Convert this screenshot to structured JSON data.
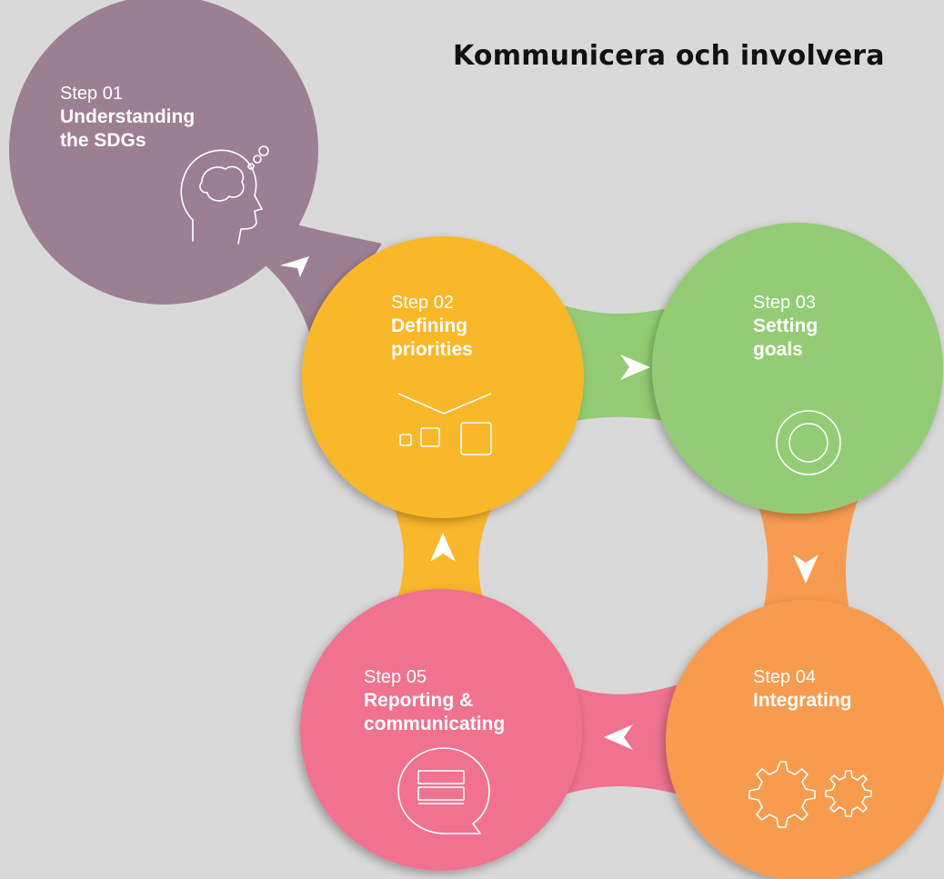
{
  "title": "Kommunicera och involvera",
  "colors": {
    "background": "#d9d9d9",
    "step01": "#9d7f93",
    "step02": "#f9b72c",
    "step03": "#93cc74",
    "step04": "#f79b50",
    "step05": "#f0728f"
  },
  "steps": [
    {
      "num": "Step 01",
      "name_line1": "Understanding",
      "name_line2": "the SDGs",
      "icon": "head-thinking-icon"
    },
    {
      "num": "Step 02",
      "name_line1": "Defining",
      "name_line2": "priorities",
      "icon": "priority-boxes-icon"
    },
    {
      "num": "Step 03",
      "name_line1": "Setting",
      "name_line2": "goals",
      "icon": "target-icon"
    },
    {
      "num": "Step 04",
      "name_line1": "Integrating",
      "name_line2": "",
      "icon": "gears-icon"
    },
    {
      "num": "Step 05",
      "name_line1": "Reporting &",
      "name_line2": "communicating",
      "icon": "speech-bubble-icon"
    }
  ],
  "arrows": [
    "arrow-01-to-02",
    "arrow-02-to-03",
    "arrow-03-to-04",
    "arrow-04-to-05",
    "arrow-05-to-02"
  ]
}
